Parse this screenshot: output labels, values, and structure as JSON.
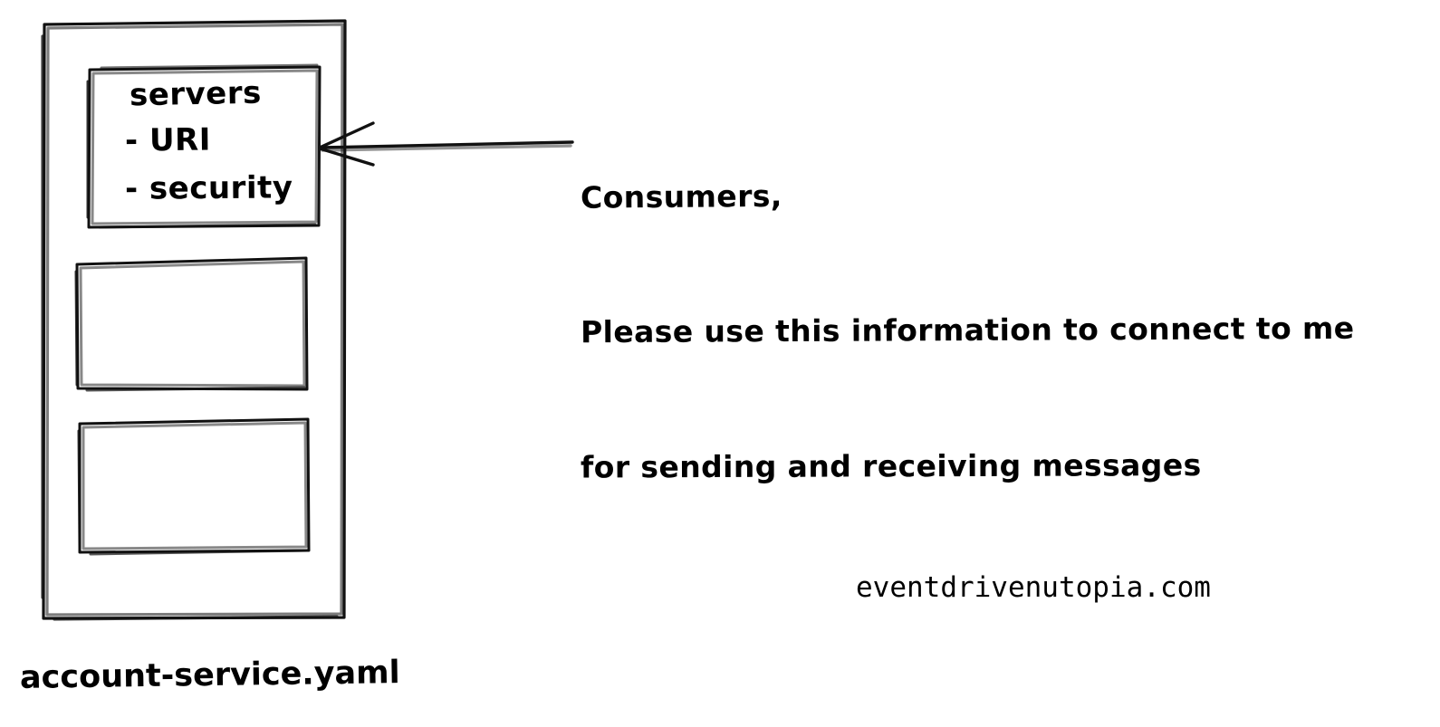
{
  "diagram": {
    "title": "account-service.yaml",
    "ink_color": "#111111",
    "background_color": "#ffffff",
    "outer_container": {
      "name": "service-document-frame",
      "label": ""
    },
    "sections": [
      {
        "name": "servers-section",
        "heading": "servers",
        "items": [
          "- URI",
          "- security"
        ]
      },
      {
        "name": "empty-section-2",
        "heading": "",
        "items": []
      },
      {
        "name": "empty-section-3",
        "heading": "",
        "items": []
      }
    ],
    "annotation": {
      "name": "consumers-note",
      "lines": [
        "Consumers,",
        "Please use this information to connect to me",
        "for sending and receiving messages"
      ],
      "pointer": "arrow-pointing-left-to-servers-section"
    },
    "watermark": "eventdrivenutopia.com"
  }
}
